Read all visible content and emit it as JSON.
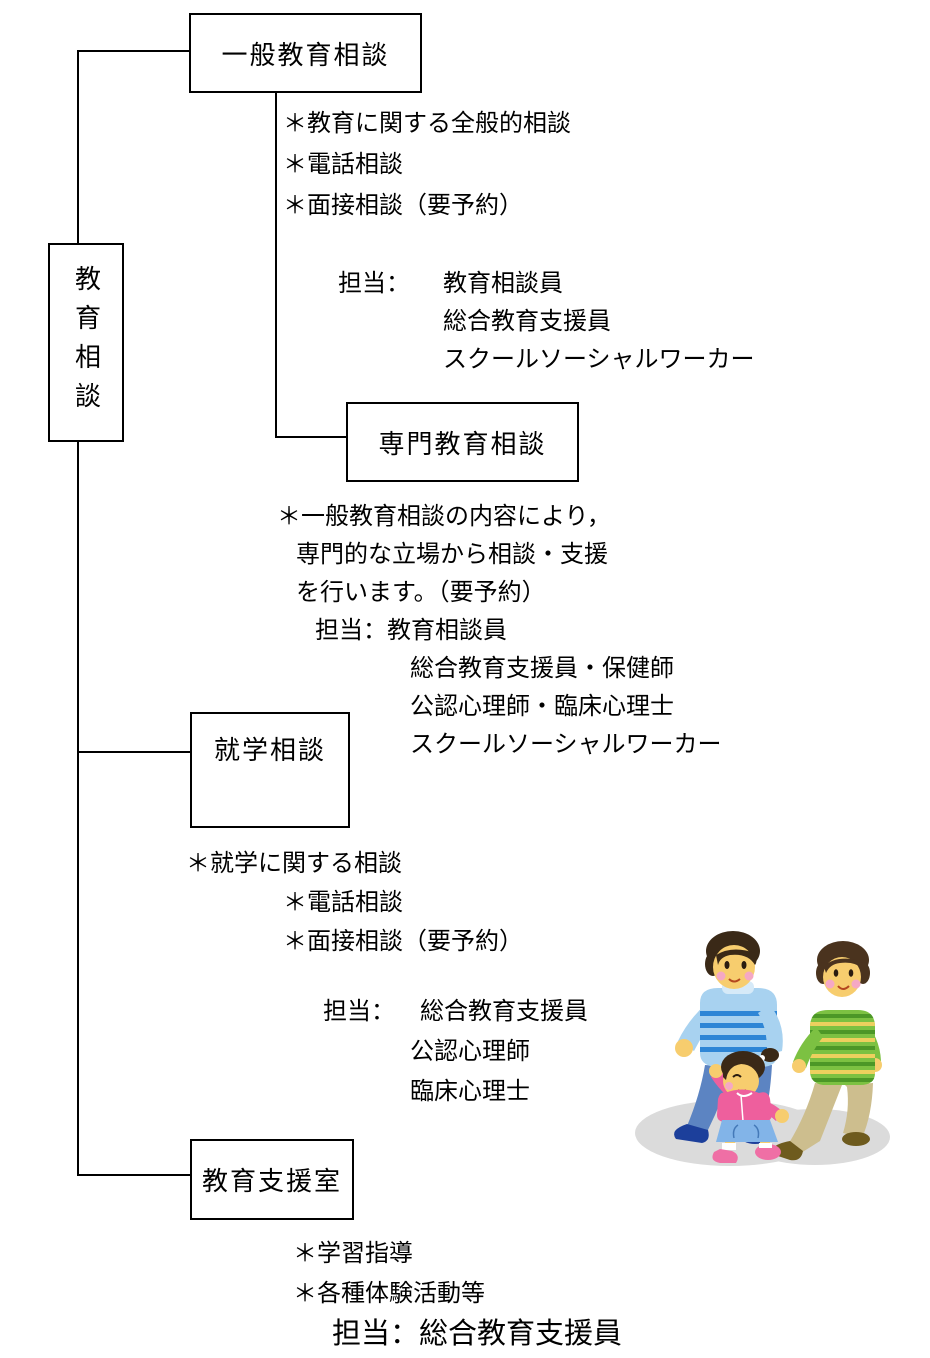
{
  "root": {
    "label": "教育相談"
  },
  "boxes": {
    "general": {
      "label": "一般教育相談"
    },
    "senmon": {
      "label": "専門教育相談"
    },
    "shugaku": {
      "label": "就学相談"
    },
    "shien": {
      "label": "教育支援室"
    }
  },
  "sections": {
    "general": {
      "bullets": [
        "＊教育に関する全般的相談",
        "＊電話相談",
        "＊面接相談（要予約）"
      ],
      "tanto_label": "担当：",
      "staff": [
        "教育相談員",
        "総合教育支援員",
        "スクールソーシャルワーカー"
      ]
    },
    "senmon": {
      "desc": [
        "＊一般教育相談の内容により，",
        "専門的な立場から相談・支援",
        "を行います。（要予約）"
      ],
      "tanto_line": "担当：教育相談員",
      "staff": [
        "総合教育支援員・保健師",
        "公認心理師・臨床心理士",
        "スクールソーシャルワーカー"
      ]
    },
    "shugaku": {
      "bullet_main": "＊就学に関する相談",
      "bullets_sub": [
        "＊電話相談",
        "＊面接相談（要予約）"
      ],
      "tanto_label": "担当：",
      "staff": [
        "総合教育支援員",
        "公認心理師",
        "臨床心理士"
      ]
    },
    "shien": {
      "bullets": [
        "＊学習指導",
        "＊各種体験活動等"
      ],
      "tanto_line": "担当：総合教育支援員"
    }
  },
  "illustration": {
    "name": "family-walking",
    "colors": {
      "skin": "#F7CD6E",
      "hair": "#3A2917",
      "cheek": "#F5A8C4",
      "shadow": "#DBDBDB",
      "father_sweater": "#A8D2F0",
      "father_stripe": "#2E86D6",
      "father_jeans": "#5C84C2",
      "father_shoes": "#1C3F9B",
      "mother_sweater": "#7CC142",
      "mother_stripe_dark": "#4C9727",
      "mother_stripe_yellow": "#EDD05E",
      "mother_pants": "#CDBE8E",
      "mother_shoes": "#6E5B1E",
      "girl_jacket": "#EE5F9D",
      "girl_skirt": "#82B4E8",
      "girl_shoes": "#EF6FA5"
    }
  }
}
